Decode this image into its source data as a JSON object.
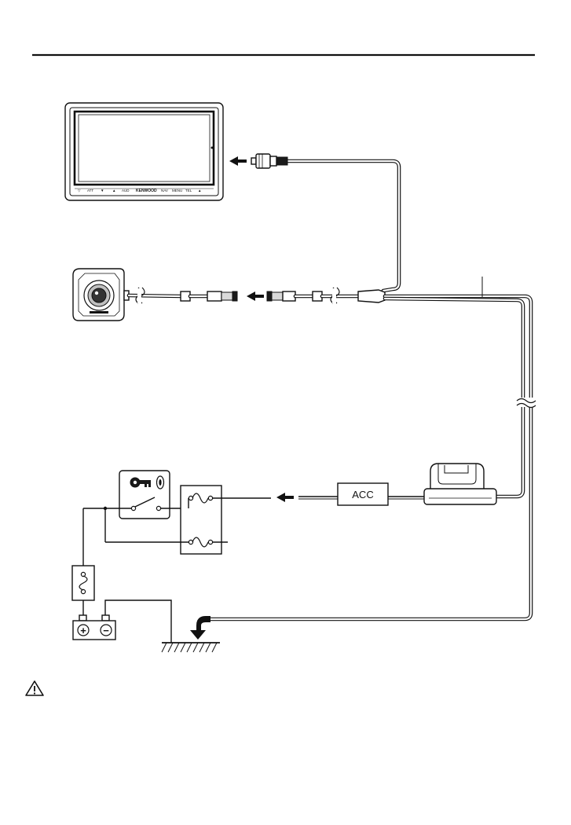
{
  "diagram": {
    "monitor": {
      "brand": "KENWOOD",
      "buttons": [
        "▽",
        "ATT",
        "▼",
        "▲",
        "AUD",
        "NAV",
        "MENU",
        "TEL",
        "▲"
      ]
    },
    "acc_box_label": "ACC",
    "icons": {
      "caution": "caution-triangle-icon",
      "ignition": "ignition-key-icon",
      "battery": "battery-icon",
      "ground": "ground-icon"
    },
    "battery_symbols": {
      "positive": "+",
      "negative": "−"
    }
  }
}
